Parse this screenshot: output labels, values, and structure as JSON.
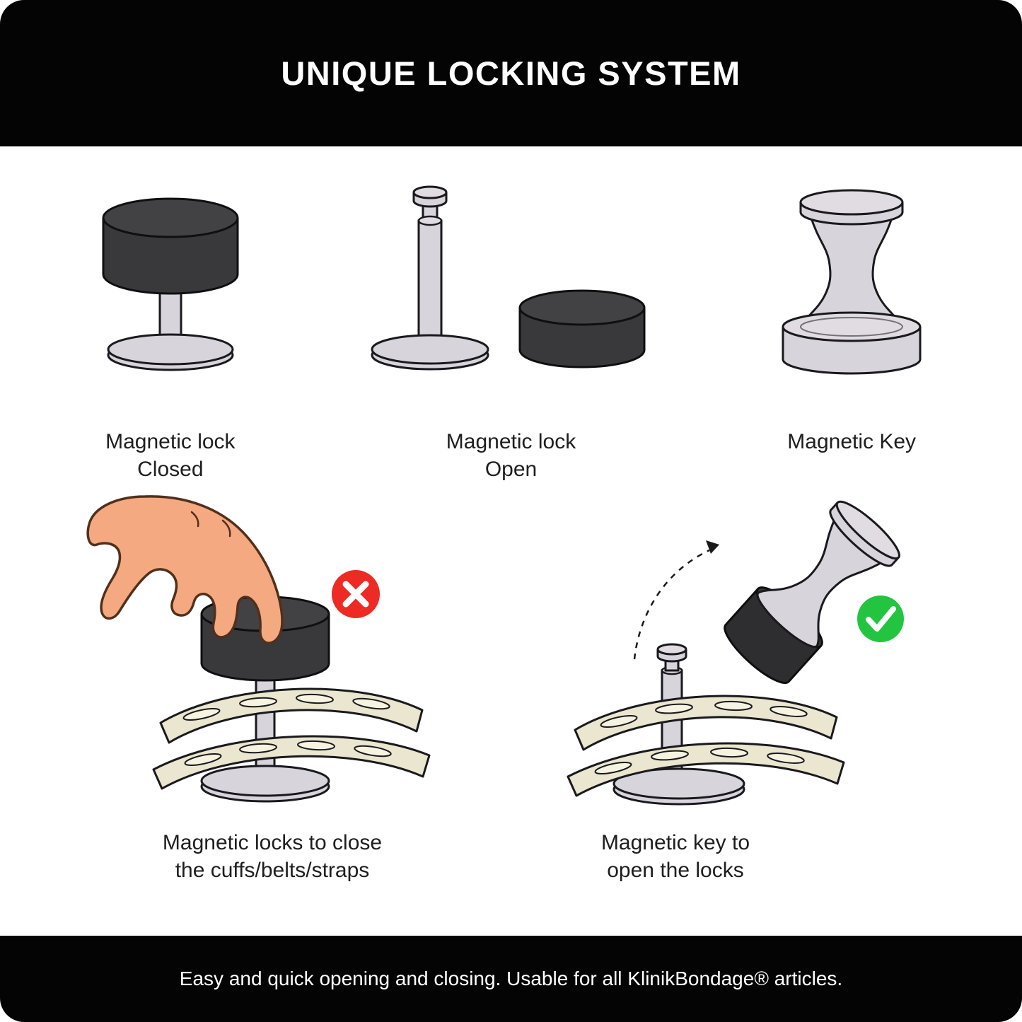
{
  "header": {
    "title": "UNIQUE LOCKING SYSTEM"
  },
  "sections": {
    "row1": [
      {
        "caption_line1": "Magnetic lock",
        "caption_line2": "Closed"
      },
      {
        "caption_line1": "Magnetic lock",
        "caption_line2": "Open"
      },
      {
        "caption_line1": "Magnetic Key",
        "caption_line2": ""
      }
    ],
    "row2": [
      {
        "caption_line1": "Magnetic locks to close",
        "caption_line2": "the cuffs/belts/straps"
      },
      {
        "caption_line1": "Magnetic key to",
        "caption_line2": "open the locks"
      }
    ]
  },
  "footer": {
    "text": "Easy and quick opening and closing. Usable for all KlinikBondage® articles."
  },
  "icons": {
    "reject": "x-mark-icon",
    "approve": "check-mark-icon",
    "motion": "dashed-curved-arrow-icon"
  },
  "colors": {
    "band_black": "#040404",
    "text_dark": "#1e1e1e",
    "metal_light": "#d8d4db",
    "metal_lighter": "#e0dce2",
    "cap_dark": "#39393c",
    "cap_dark_top": "#424245",
    "strap_cream": "#eae6cf",
    "slot_cream": "#f7f3e1",
    "skin": "#f5a981",
    "error_red": "#ee2a24",
    "success_green": "#23c440",
    "background": "#ffffff"
  }
}
